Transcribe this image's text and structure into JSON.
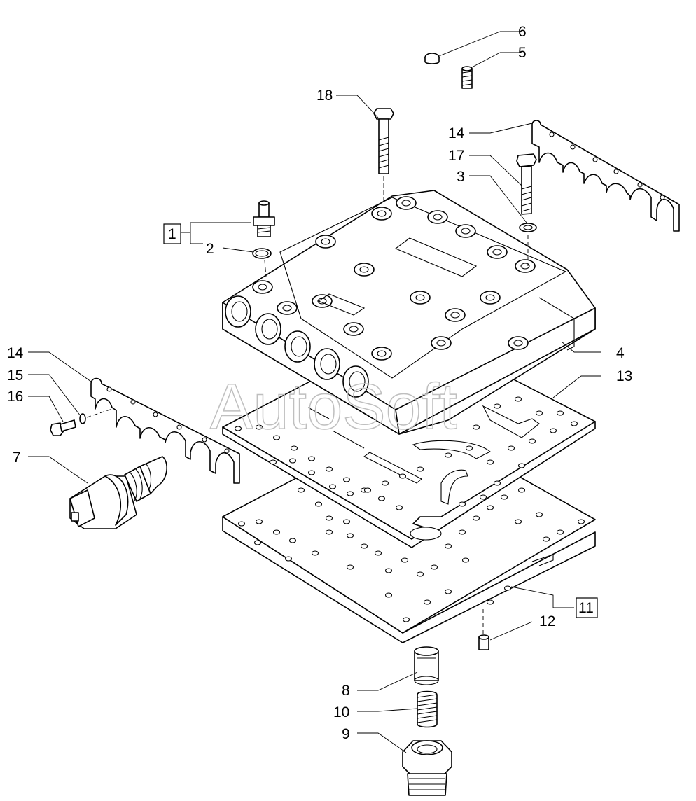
{
  "watermark": "AutoSoft",
  "callouts": [
    {
      "id": "c1",
      "label": "1",
      "boxed": true
    },
    {
      "id": "c2",
      "label": "2",
      "boxed": false
    },
    {
      "id": "c3",
      "label": "3",
      "boxed": false
    },
    {
      "id": "c4",
      "label": "4",
      "boxed": false
    },
    {
      "id": "c5",
      "label": "5",
      "boxed": false
    },
    {
      "id": "c6",
      "label": "6",
      "boxed": false
    },
    {
      "id": "c7",
      "label": "7",
      "boxed": false
    },
    {
      "id": "c8",
      "label": "8",
      "boxed": false
    },
    {
      "id": "c9",
      "label": "9",
      "boxed": false
    },
    {
      "id": "c10",
      "label": "10",
      "boxed": false
    },
    {
      "id": "c11",
      "label": "11",
      "boxed": true
    },
    {
      "id": "c12",
      "label": "12",
      "boxed": false
    },
    {
      "id": "c13",
      "label": "13",
      "boxed": false
    },
    {
      "id": "c14a",
      "label": "14",
      "boxed": false
    },
    {
      "id": "c14b",
      "label": "14",
      "boxed": false
    },
    {
      "id": "c15",
      "label": "15",
      "boxed": false
    },
    {
      "id": "c16",
      "label": "16",
      "boxed": false
    },
    {
      "id": "c17",
      "label": "17",
      "boxed": false
    },
    {
      "id": "c18",
      "label": "18",
      "boxed": false
    }
  ]
}
